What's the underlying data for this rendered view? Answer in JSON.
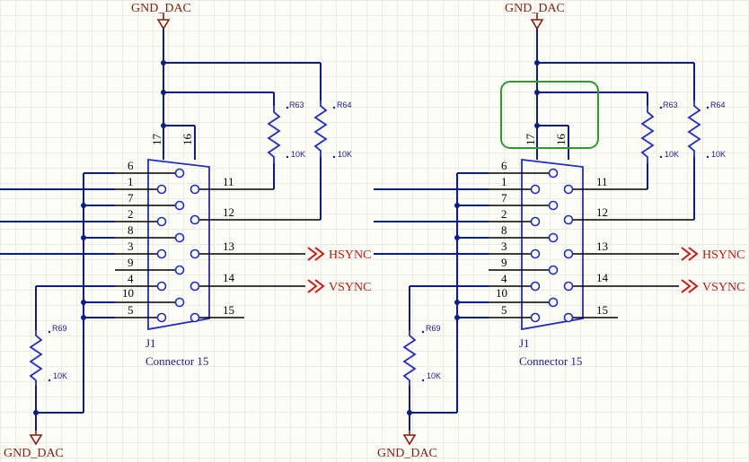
{
  "nets": {
    "ground": "GND_DAC",
    "hsync": "HSYNC",
    "vsync": "VSYNC"
  },
  "connector": {
    "designator": "J1",
    "name": "Connector 15",
    "left_pins": [
      "6",
      "1",
      "7",
      "2",
      "8",
      "3",
      "9",
      "4",
      "10",
      "5"
    ],
    "right_pins": [
      "11",
      "12",
      "13",
      "14",
      "15"
    ],
    "top_pins": [
      "17",
      "16"
    ]
  },
  "resistors": [
    {
      "designator": "R63",
      "value": "10K"
    },
    {
      "designator": "R64",
      "value": "10K"
    },
    {
      "designator": "R69",
      "value": "10K"
    }
  ],
  "colors": {
    "wire": "#0b1e8c",
    "component": "#1f2cc8",
    "net_label": "#8b1a10",
    "port": "#c81414",
    "highlight": "#2e9a2e"
  }
}
